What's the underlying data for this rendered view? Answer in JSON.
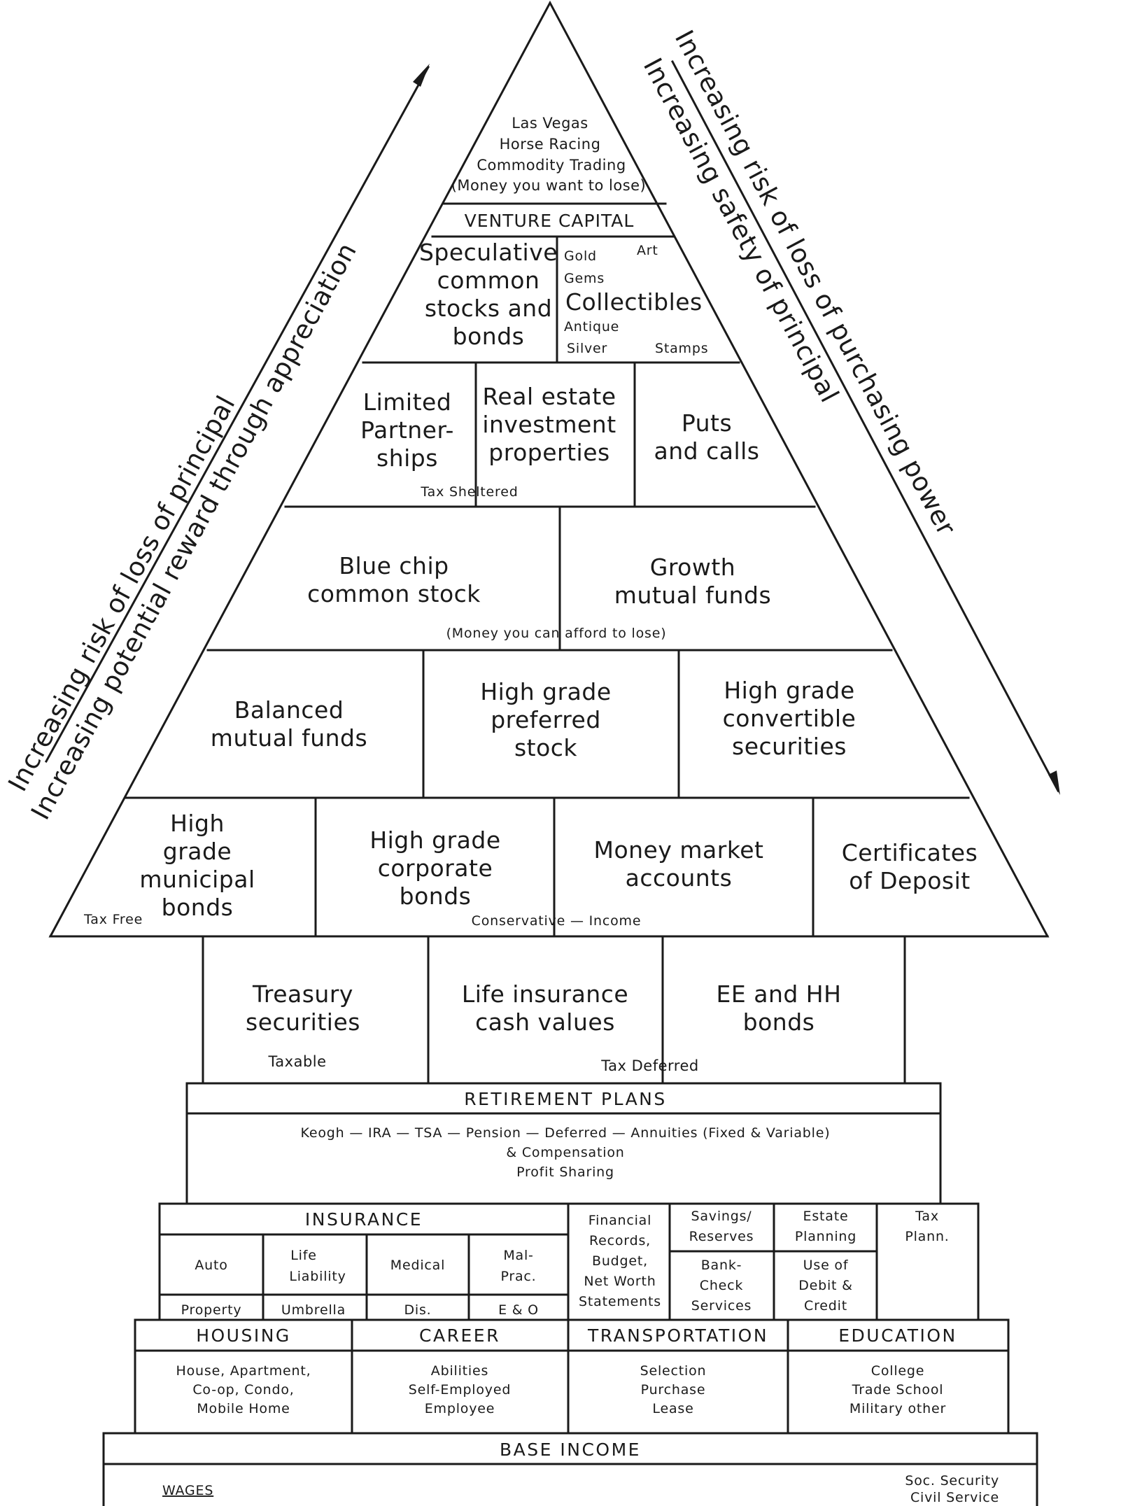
{
  "pyramid": {
    "apex": {
      "lines": [
        "Las Vegas",
        "Horse Racing",
        "Commodity Trading",
        "(Money you want to lose)"
      ]
    },
    "venture_capital": "VENTURE CAPITAL",
    "tier_speculative": {
      "speculative": [
        "Speculative",
        "common",
        "stocks and",
        "bonds"
      ],
      "collectibles": {
        "gold": "Gold",
        "art": "Art",
        "gems": "Gems",
        "title": "Collectibles",
        "antique": "Antique",
        "silver": "Silver",
        "stamps": "Stamps"
      }
    },
    "tier_tax_sheltered": {
      "limited": [
        "Limited",
        "Partner-",
        "ships"
      ],
      "real_estate": [
        "Real estate",
        "investment",
        "properties"
      ],
      "puts": [
        "Puts",
        "and calls"
      ],
      "note": "Tax Sheltered"
    },
    "tier_growth": {
      "blue_chip": [
        "Blue chip",
        "common stock"
      ],
      "growth": [
        "Growth",
        "mutual funds"
      ],
      "note": "(Money you can afford to lose)"
    },
    "tier_balanced": {
      "balanced": [
        "Balanced",
        "mutual funds"
      ],
      "preferred": [
        "High grade",
        "preferred",
        "stock"
      ],
      "convertible": [
        "High grade",
        "convertible",
        "securities"
      ]
    },
    "tier_income": {
      "municipal": [
        "High",
        "grade",
        "municipal",
        "bonds"
      ],
      "tax_free": "Tax Free",
      "corporate": [
        "High grade",
        "corporate",
        "bonds"
      ],
      "money_market": [
        "Money market",
        "accounts"
      ],
      "cds": [
        "Certificates",
        "of Deposit"
      ],
      "note": "Conservative — Income"
    }
  },
  "tier_safe": {
    "treasury": [
      "Treasury",
      "securities"
    ],
    "taxable": "Taxable",
    "life_insurance": [
      "Life insurance",
      "cash values"
    ],
    "ee_hh": [
      "EE and HH",
      "bonds"
    ],
    "tax_deferred": "Tax Deferred"
  },
  "retirement": {
    "title": "RETIREMENT PLANS",
    "lines": [
      "Keogh — IRA — TSA — Pension — Deferred — Annuities (Fixed & Variable)",
      "& Compensation",
      "Profit Sharing"
    ]
  },
  "insurance": {
    "title": "INSURANCE",
    "auto": "Auto",
    "life": [
      "Life",
      "Liability"
    ],
    "medical": "Medical",
    "malprac": [
      "Mal-",
      "Prac."
    ],
    "property": "Property",
    "umbrella": "Umbrella",
    "dis": "Dis.",
    "eo": "E & O",
    "financial": [
      "Financial",
      "Records,",
      "Budget,",
      "Net Worth",
      "Statements"
    ],
    "savings": [
      "Savings/",
      "Reserves"
    ],
    "estate": [
      "Estate",
      "Planning"
    ],
    "tax": [
      "Tax",
      "Plann."
    ],
    "bank": [
      "Bank-",
      "Check",
      "Services"
    ],
    "debit": [
      "Use of",
      "Debit &",
      "Credit"
    ]
  },
  "foundation": {
    "housing": {
      "title": "HOUSING",
      "lines": [
        "House, Apartment,",
        "Co-op, Condo,",
        "Mobile Home"
      ]
    },
    "career": {
      "title": "CAREER",
      "lines": [
        "Abilities",
        "Self-Employed",
        "Employee"
      ]
    },
    "transportation": {
      "title": "TRANSPORTATION",
      "lines": [
        "Selection",
        "Purchase",
        "Lease"
      ]
    },
    "education": {
      "title": "EDUCATION",
      "lines": [
        "College",
        "Trade School",
        "Military other"
      ]
    }
  },
  "base_income": {
    "title": "BASE INCOME",
    "wages": "WAGES",
    "soc": [
      "Soc. Security",
      "Civil Service"
    ]
  },
  "side_labels": {
    "left_outer": "Increasing risk of loss of principal",
    "left_inner": "Increasing potential reward through appreciation",
    "right_outer": "Increasing risk of loss of purchasing power",
    "right_inner": "Increasing safety of principal"
  }
}
